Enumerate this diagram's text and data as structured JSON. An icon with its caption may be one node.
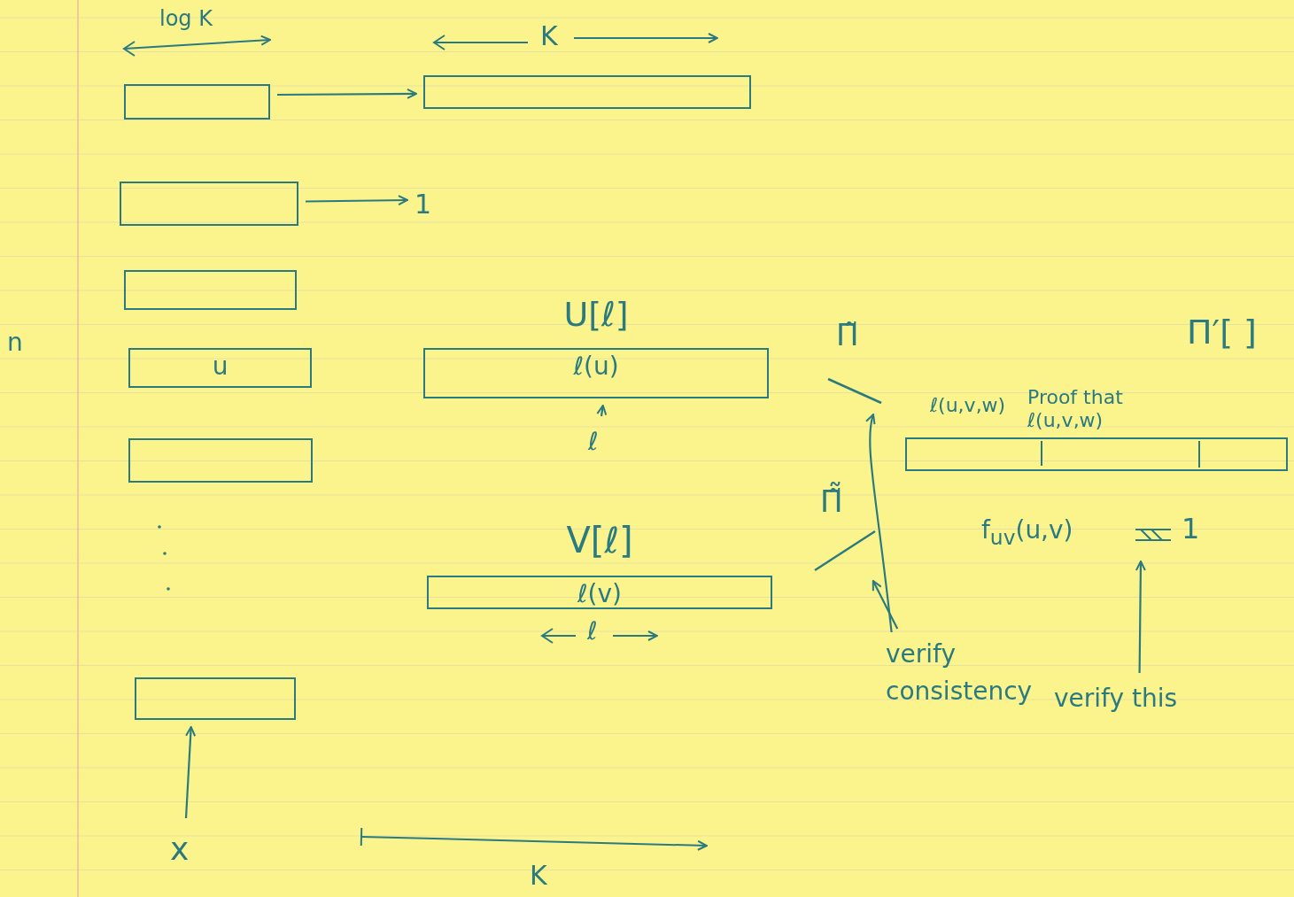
{
  "diagram": {
    "nodes": [
      {
        "text": [],
        "shape": "box"
      },
      {
        "text": [],
        "shape": "box"
      },
      {
        "text": [],
        "shape": "box"
      },
      {
        "text": [
          "1"
        ]
      },
      {
        "text": [],
        "shape": "box"
      },
      {
        "text": [
          "u"
        ]
      },
      {
        "text": [],
        "shape": "box"
      },
      {
        "text": [],
        "shape": "box"
      },
      {
        "text": [
          "U[ℓ]",
          "ℓ(u)"
        ]
      },
      {
        "text": [
          "V[ℓ]",
          "ℓ(v)"
        ]
      },
      {
        "text": [
          "Π̃"
        ]
      },
      {
        "text": [
          "Π̃̃"
        ]
      },
      {
        "text": [
          "verify consistency"
        ]
      },
      {
        "text": [
          "ℓ(u,v,w)",
          "Proof that ℓ(u,v,w)"
        ]
      },
      {
        "text": [
          "f$_{uv}$(u,v)",
          "1"
        ]
      },
      {
        "text": [
          "verify this"
        ]
      },
      {
        "text": [
          "ℓ"
        ]
      },
      {
        "text": [
          "x"
        ]
      }
    ],
    "edges": [
      {
        "from": 0,
        "to": 1,
        "arrow": "to"
      },
      {
        "from": 2,
        "to": 3,
        "arrow": "to"
      },
      {
        "from": 12,
        "to": 10,
        "arrow": "to"
      },
      {
        "from": 12,
        "to": 11,
        "arrow": "to"
      },
      {
        "from": 15,
        "to": 14,
        "arrow": "to"
      },
      {
        "from": 16,
        "to": 8,
        "arrow": "to"
      },
      {
        "from": 17,
        "to": 7,
        "arrow": "to"
      }
    ],
    "labels": [
      "log K",
      "K",
      "n",
      "ℓ",
      "Π′[ ]",
      "K"
    ]
  }
}
